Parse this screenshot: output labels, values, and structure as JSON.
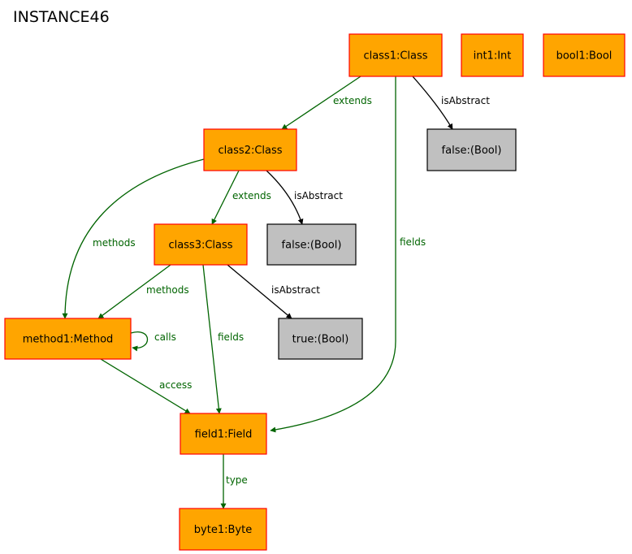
{
  "title": "INSTANCE46",
  "colors": {
    "object_fill": "#ffa500",
    "object_stroke": "#ff0000",
    "value_fill": "#c0c0c0",
    "value_stroke": "#000000",
    "reference_edge": "#006400",
    "attribute_edge": "#000000"
  },
  "nodes": [
    {
      "id": "class1",
      "label": "class1:Class",
      "kind": "object"
    },
    {
      "id": "int1",
      "label": "int1:Int",
      "kind": "object"
    },
    {
      "id": "bool1",
      "label": "bool1:Bool",
      "kind": "object"
    },
    {
      "id": "class2",
      "label": "class2:Class",
      "kind": "object"
    },
    {
      "id": "false1",
      "label": "false:(Bool)",
      "kind": "value"
    },
    {
      "id": "class3",
      "label": "class3:Class",
      "kind": "object"
    },
    {
      "id": "false2",
      "label": "false:(Bool)",
      "kind": "value"
    },
    {
      "id": "method1",
      "label": "method1:Method",
      "kind": "object"
    },
    {
      "id": "true1",
      "label": "true:(Bool)",
      "kind": "value"
    },
    {
      "id": "field1",
      "label": "field1:Field",
      "kind": "object"
    },
    {
      "id": "byte1",
      "label": "byte1:Byte",
      "kind": "object"
    }
  ],
  "edges": [
    {
      "from": "class1",
      "to": "class2",
      "label": "extends",
      "kind": "reference"
    },
    {
      "from": "class1",
      "to": "false1",
      "label": "isAbstract",
      "kind": "attribute"
    },
    {
      "from": "class1",
      "to": "field1",
      "label": "fields",
      "kind": "reference"
    },
    {
      "from": "class2",
      "to": "class3",
      "label": "extends",
      "kind": "reference"
    },
    {
      "from": "class2",
      "to": "false2",
      "label": "isAbstract",
      "kind": "attribute"
    },
    {
      "from": "class2",
      "to": "method1",
      "label": "methods",
      "kind": "reference"
    },
    {
      "from": "class3",
      "to": "method1",
      "label": "methods",
      "kind": "reference"
    },
    {
      "from": "class3",
      "to": "true1",
      "label": "isAbstract",
      "kind": "attribute"
    },
    {
      "from": "class3",
      "to": "field1",
      "label": "fields",
      "kind": "reference"
    },
    {
      "from": "method1",
      "to": "method1",
      "label": "calls",
      "kind": "reference"
    },
    {
      "from": "method1",
      "to": "field1",
      "label": "access",
      "kind": "reference"
    },
    {
      "from": "field1",
      "to": "byte1",
      "label": "type",
      "kind": "reference"
    }
  ]
}
